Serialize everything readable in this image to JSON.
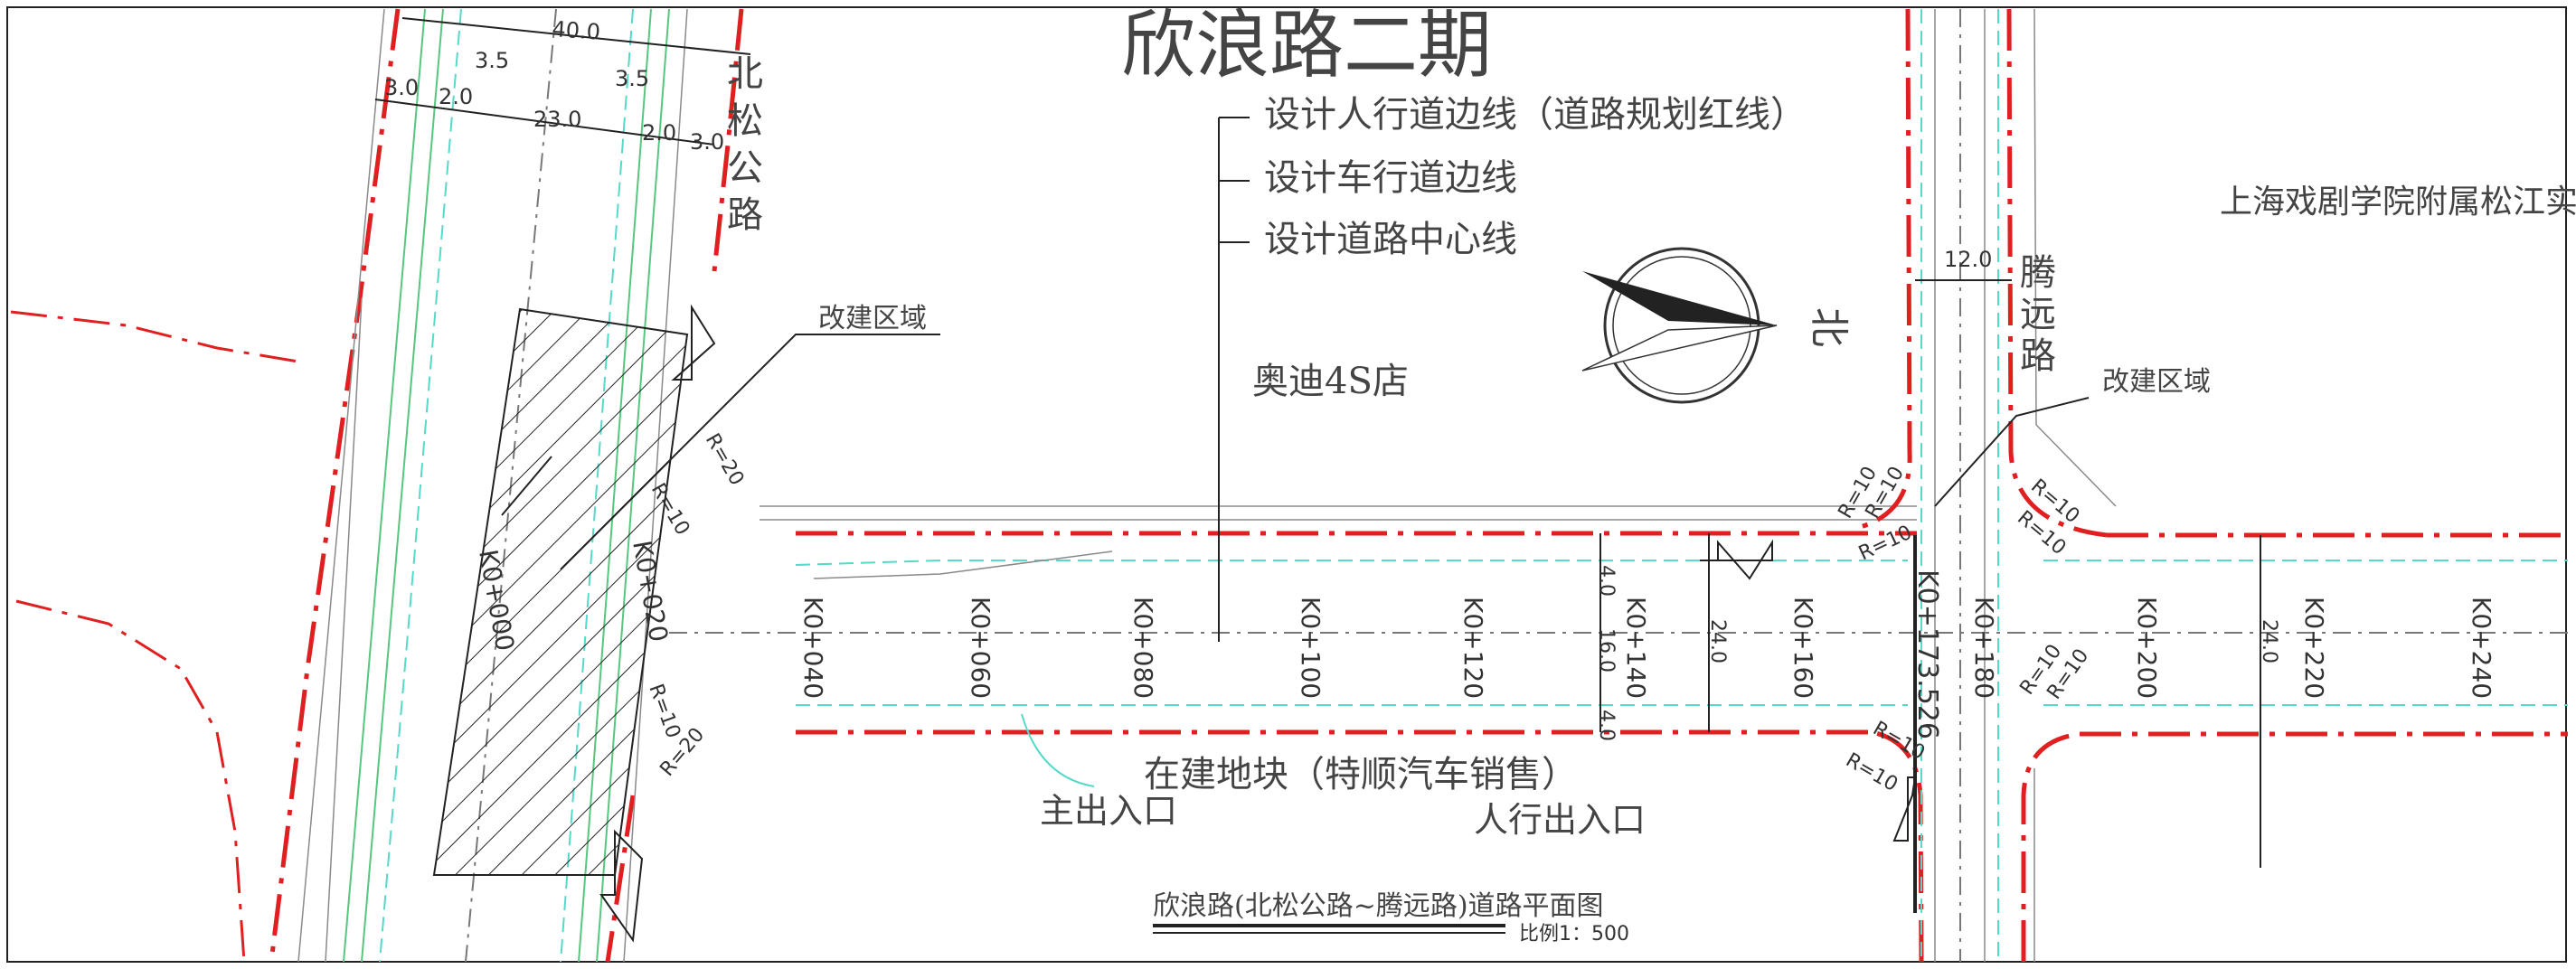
{
  "title": "欣浪路二期",
  "legend": {
    "sidewalk_line": "设计人行道边线（道路规划红线）",
    "carriageway_line": "设计车行道边线",
    "centerline": "设计道路中心线"
  },
  "north_label": "北",
  "roads": {
    "beisong": "北松公路",
    "tengyuan": "腾远路"
  },
  "places": {
    "audi": "奥迪4S店",
    "school": "上海戏剧学院附属松江实",
    "construction": "在建地块（特顺汽车销售）",
    "main_entrance": "主出入口",
    "ped_entrance": "人行出入口",
    "rebuild_1": "改建区域",
    "rebuild_2": "改建区域"
  },
  "dimensions": {
    "d40": "40.0",
    "d3a": "3.0",
    "d35a": "3.5",
    "d2a": "2.0",
    "d23": "23.0",
    "d35b": "3.5",
    "d2b": "2.0",
    "d3b": "3.0",
    "d12": "12.0",
    "d4a": "4.0",
    "d16": "16.0",
    "d4b": "4.0",
    "d24a": "24.0",
    "d24b": "24.0"
  },
  "radii": {
    "r20a": "R=20",
    "r10a": "R=10",
    "r10b": "R=10",
    "r20b": "R=20",
    "r10c": "R=10",
    "r10d": "R=10",
    "r10e": "R=10",
    "r10f": "R=10",
    "r10g": "R=10",
    "r10h": "R=10",
    "r10i": "R=10",
    "r10j": "R=10",
    "r10k": "R=10"
  },
  "stations": [
    "K0+000",
    "K0+020",
    "K0+040",
    "K0+060",
    "K0+080",
    "K0+100",
    "K0+120",
    "K0+140",
    "K0+160",
    "K0+173.526",
    "K0+180",
    "K0+200",
    "K0+220",
    "K0+240"
  ],
  "drawing_title": "欣浪路(北松公路~腾远路)道路平面图",
  "scale": "比例1：500"
}
